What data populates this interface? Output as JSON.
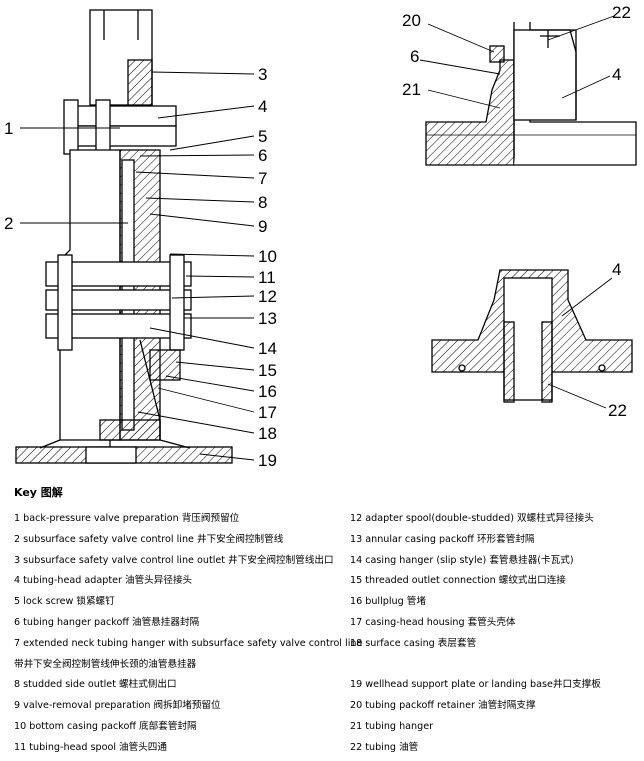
{
  "callouts_left": [
    "1",
    "2"
  ],
  "callouts_right": [
    "3",
    "4",
    "5",
    "6",
    "7",
    "8",
    "9",
    "10",
    "11",
    "12",
    "13",
    "14",
    "15",
    "16",
    "17",
    "18",
    "19"
  ],
  "detail_top": {
    "c20": "20",
    "c22": "22",
    "c6": "6",
    "c21": "21",
    "c4": "4"
  },
  "detail_bottom": {
    "c4": "4",
    "c22": "22"
  },
  "key": {
    "title": "Key  图解",
    "left": [
      "1 back-pressure valve preparation  背压阀预留位",
      "2 subsurface safety valve control line  井下安全阀控制管线",
      "3 subsurface safety valve control line outlet  井下安全阀控制管线出口",
      "4 tubing-head adapter  油管头异径接头",
      "5 lock screw  锁紧螺钉",
      "6 tubing hanger packoff  油管悬挂器封隔",
      "7 extended neck tubing hanger with subsurface safety valve control line",
      "   带井下安全阀控制管线伸长颈的油管悬挂器",
      "8 studded side outlet  螺柱式侧出口",
      "9 valve-removal preparation  阀拆卸堵预留位",
      "10 bottom casing packoff  底部套管封隔",
      "11 tubing-head spool  油管头四通"
    ],
    "right": [
      "12 adapter spool(double-studded)  双螺柱式异径接头",
      "13 annular casing packoff  环形套管封隔",
      "14 casing hanger (slip style)  套管悬挂器(卡瓦式)",
      "15 threaded outlet connection  螺纹式出口连接",
      "16 bullplug  管堵",
      "17 casing-head housing  套管头壳体",
      "18 surface casing  表层套管",
      "",
      "19 wellhead support plate or landing base井口支撑板",
      "20 tubing packoff retainer  油管封隔支撑",
      "21 tubing hanger",
      "22 tubing  油管"
    ]
  }
}
